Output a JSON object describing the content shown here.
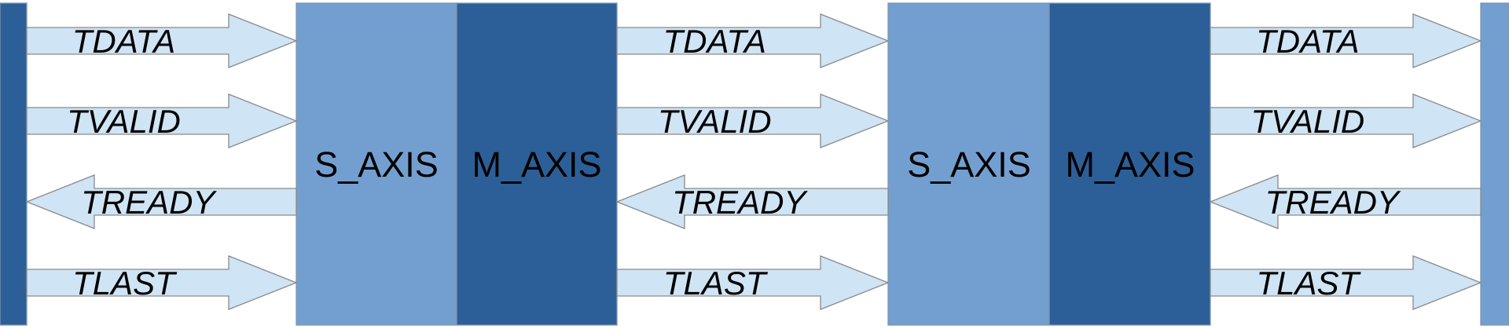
{
  "colors": {
    "slave_block": "#739fd0",
    "master_block": "#2c5f98",
    "arrow_fill": "#cfe4f4",
    "arrow_stroke": "#8a8a8a",
    "left_edge_block": "#2c5f98",
    "right_edge_block": "#739fd0"
  },
  "stages": [
    {
      "s_label": "S_AXIS",
      "m_label": "M_AXIS"
    },
    {
      "s_label": "S_AXIS",
      "m_label": "M_AXIS"
    }
  ],
  "links": [
    {
      "signals": [
        {
          "label": "TDATA",
          "direction": "right"
        },
        {
          "label": "TVALID",
          "direction": "right"
        },
        {
          "label": "TREADY",
          "direction": "left"
        },
        {
          "label": "TLAST",
          "direction": "right"
        }
      ]
    },
    {
      "signals": [
        {
          "label": "TDATA",
          "direction": "right"
        },
        {
          "label": "TVALID",
          "direction": "right"
        },
        {
          "label": "TREADY",
          "direction": "left"
        },
        {
          "label": "TLAST",
          "direction": "right"
        }
      ]
    },
    {
      "signals": [
        {
          "label": "TDATA",
          "direction": "right"
        },
        {
          "label": "TVALID",
          "direction": "right"
        },
        {
          "label": "TREADY",
          "direction": "left"
        },
        {
          "label": "TLAST",
          "direction": "right"
        }
      ]
    }
  ]
}
